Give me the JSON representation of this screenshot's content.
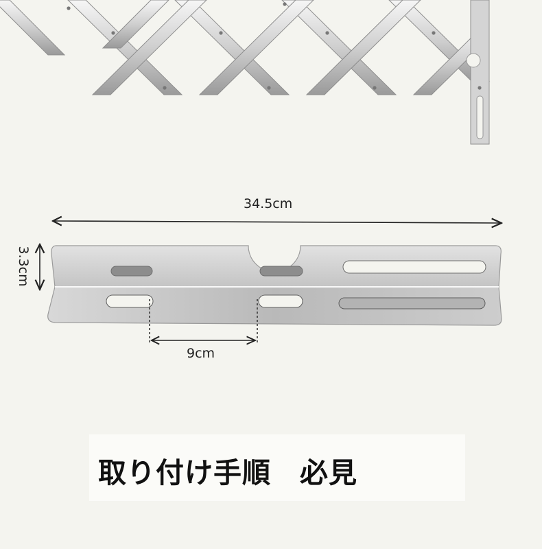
{
  "dimensions": {
    "length": "34.5cm",
    "height": "3.3cm",
    "hole_spacing": "9cm"
  },
  "caption": "取り付け手順　必見",
  "colors": {
    "background": "#f4f4ef",
    "metal": "#c9c9c9",
    "metal_light": "#ececec",
    "dimension_line": "#222222"
  }
}
